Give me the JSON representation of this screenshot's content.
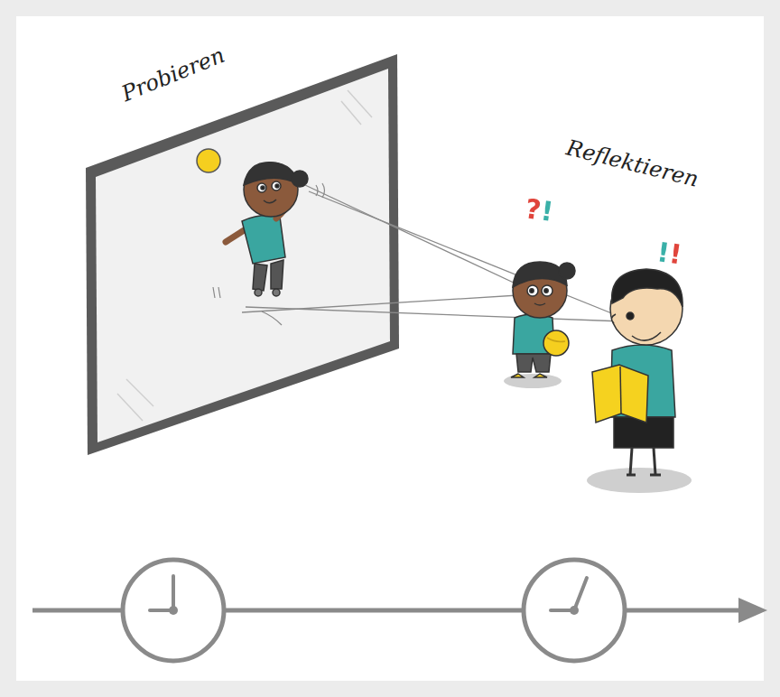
{
  "diagram": {
    "labels": [
      "Probieren",
      "Reflektieren",
      "?!",
      "!!"
    ]
  }
}
